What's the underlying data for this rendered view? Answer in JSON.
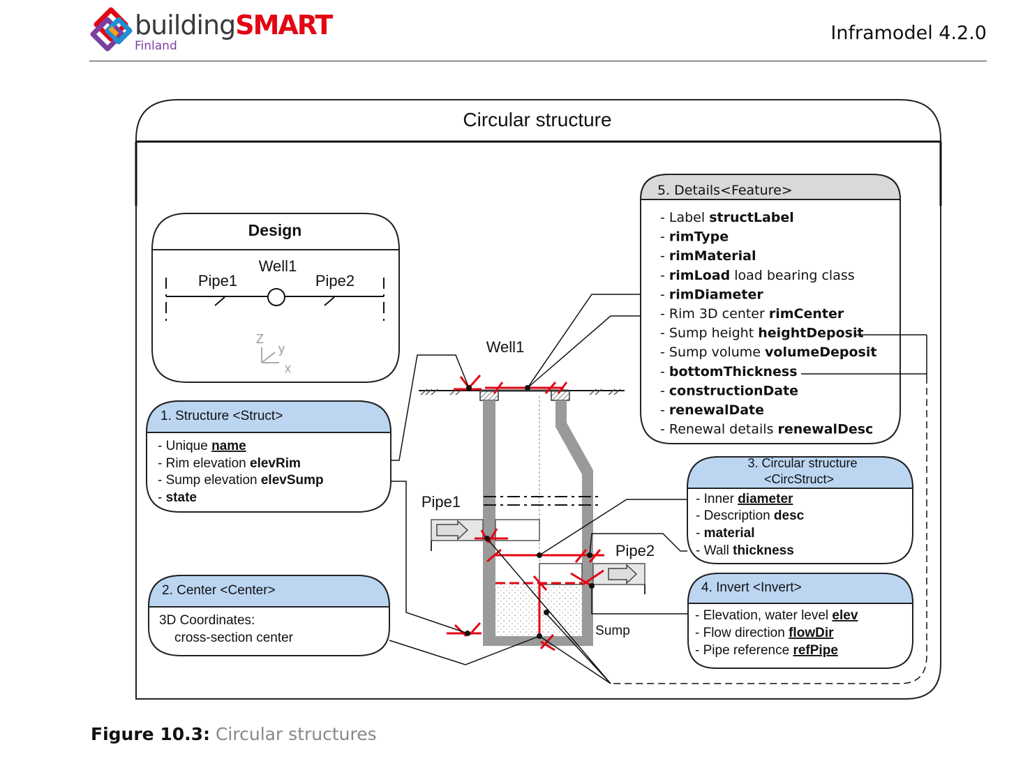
{
  "header": {
    "logo_text_1": "building",
    "logo_text_2": "SMART",
    "logo_sub": "Finland",
    "doc_title": "Inframodel 4.2.0"
  },
  "diagram": {
    "title": "Circular structure",
    "design": {
      "title": "Design",
      "well": "Well1",
      "pipe1": "Pipe1",
      "pipe2": "Pipe2",
      "axis_z": "Z",
      "axis_y": "y",
      "axis_x": "x"
    },
    "struct": {
      "title": "1. Structure <Struct>",
      "l1a": "- Unique ",
      "l1b": "name",
      "l2a": "- Rim elevation ",
      "l2b": "elevRim",
      "l3a": "- Sump elevation ",
      "l3b": "elevSump",
      "l4a": "- ",
      "l4b": "state"
    },
    "center": {
      "title": "2. Center <Center>",
      "l1": "3D Coordinates:",
      "l2": "cross-section center"
    },
    "details": {
      "title": "5. Details<Feature>",
      "lines": [
        {
          "a": "- Label ",
          "b": "structLabel"
        },
        {
          "a": "- ",
          "b": "rimType"
        },
        {
          "a": "- ",
          "b": "rimMaterial"
        },
        {
          "a": "- ",
          "b": "rimLoad",
          "c": " load bearing class"
        },
        {
          "a": "- ",
          "b": "rimDiameter"
        },
        {
          "a": "- Rim 3D center ",
          "b": "rimCenter"
        },
        {
          "a": "- Sump height ",
          "b": "heightDeposit"
        },
        {
          "a": "- Sump volume ",
          "b": "volumeDeposit"
        },
        {
          "a": "- ",
          "b": "bottomThickness"
        },
        {
          "a": "- ",
          "b": "constructionDate"
        },
        {
          "a": "- ",
          "b": "renewalDate"
        },
        {
          "a": "- Renewal details ",
          "b": "renewalDesc"
        }
      ]
    },
    "circ": {
      "title1": "3. Circular structure",
      "title2": "<CircStruct>",
      "l1a": "- Inner ",
      "l1b": "diameter",
      "l2a": "- Description ",
      "l2b": "desc",
      "l3a": "- ",
      "l3b": "material",
      "l4a": "- Wall ",
      "l4b": "thickness"
    },
    "invert": {
      "title": "4. Invert <Invert>",
      "l1a": "- Elevation, water level ",
      "l1b": "elev",
      "l2a": "- Flow direction ",
      "l2b": "flowDir",
      "l3a": "- Pipe reference ",
      "l3b": "refPipe"
    },
    "labels": {
      "well1": "Well1",
      "pipe1": "Pipe1",
      "pipe2": "Pipe2",
      "sump": "Sump"
    }
  },
  "caption": {
    "number": "Figure 10.3:",
    "text": "Circular structures"
  },
  "colors": {
    "accent_red": "#e30613",
    "header_blue": "#bcd6f2",
    "wall_gray": "#9a9a9a"
  }
}
